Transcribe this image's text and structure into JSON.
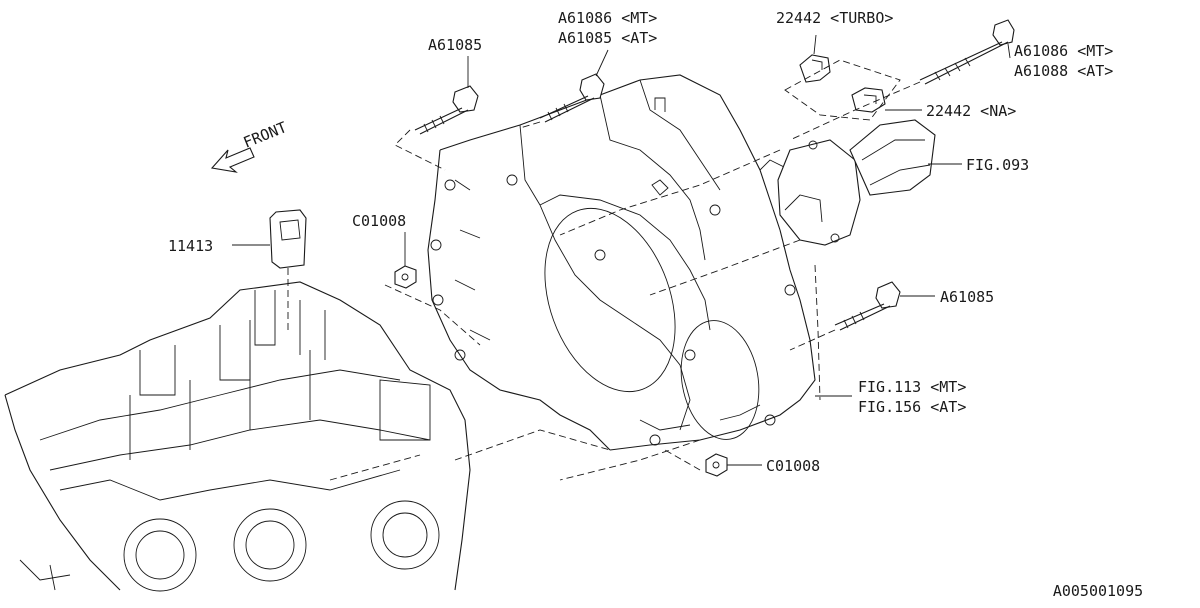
{
  "front_label": "FRONT",
  "callouts": {
    "a61085_top": "A61085",
    "a61086_mt_top": "A61086 <MT>",
    "a61085_at_top": "A61085 <AT>",
    "p22442_turbo": "22442 <TURBO>",
    "a61086_mt_right": "A61086 <MT>",
    "a61088_at_right": "A61088 <AT>",
    "p22442_na": "22442 <NA>",
    "fig093": "FIG.093",
    "c01008_top": "C01008",
    "p11413": "11413",
    "a61085_right": "A61085",
    "fig113_mt": "FIG.113 <MT>",
    "fig156_at": "FIG.156 <AT>",
    "c01008_bottom": "C01008"
  },
  "diagram_id": "A005001095"
}
